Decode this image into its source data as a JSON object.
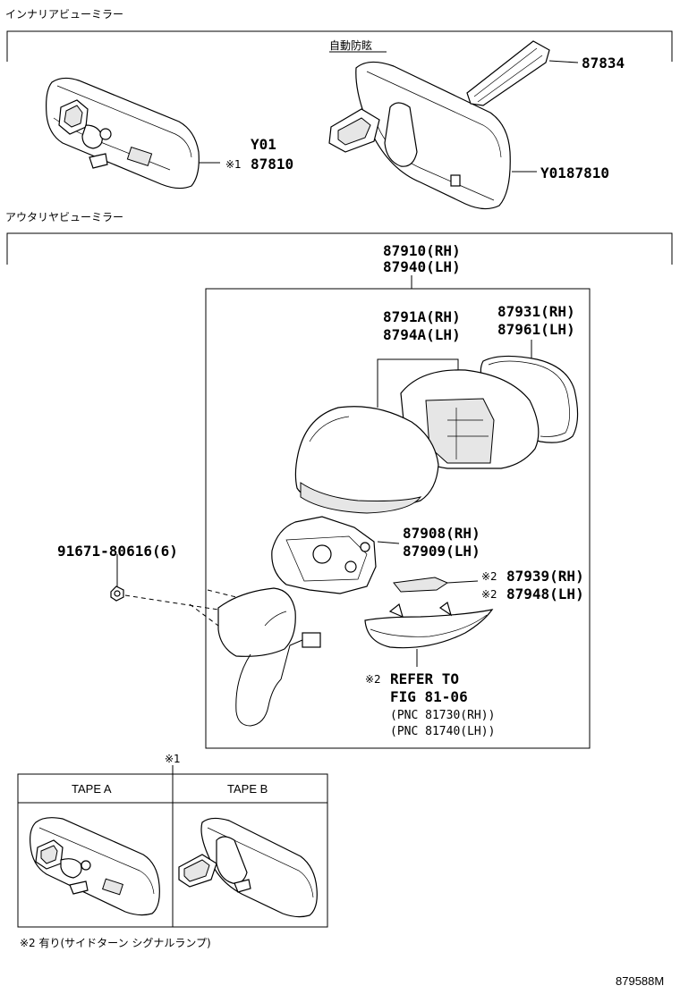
{
  "sections": {
    "inner_mirror_title": "インナリアビューミラー",
    "auto_dimming_label": "自動防眩",
    "outer_mirror_title": "アウタリヤビューミラー"
  },
  "inner_mirror": {
    "left_code_line1": "Y01",
    "left_code_line2_mark": "※1",
    "left_code_line2": "87810",
    "bracket_part": "87834",
    "right_code": "Y0187810"
  },
  "outer_mirror": {
    "assembly_rh": "87910(RH)",
    "assembly_lh": "87940(LH)",
    "cover_rh": "8791A(RH)",
    "cover_lh": "8794A(LH)",
    "glass_rh": "87931(RH)",
    "glass_lh": "87961(LH)",
    "base_rh": "87908(RH)",
    "base_lh": "87909(LH)",
    "nut": "91671-80616(6)",
    "lens_rh": "87939(RH)",
    "lens_lh": "87948(LH)",
    "lens_mark": "※2",
    "refer_mark": "※2",
    "refer_line1": "REFER TO",
    "refer_line2": "FIG 81-06",
    "pnc_rh": "(PNC 81730(RH))",
    "pnc_lh": "(PNC 81740(LH))"
  },
  "tape_table": {
    "mark": "※1",
    "tape_a": "TAPE A",
    "tape_b": "TAPE B"
  },
  "footnote": "※2 有り(サイドターン シグナルランプ)",
  "figure_code": "879588M",
  "icons": {
    "inner_mirror_left": "rearview-mirror-icon",
    "inner_mirror_right": "auto-dimming-mirror-icon",
    "outer_mirror": "side-mirror-icon"
  }
}
